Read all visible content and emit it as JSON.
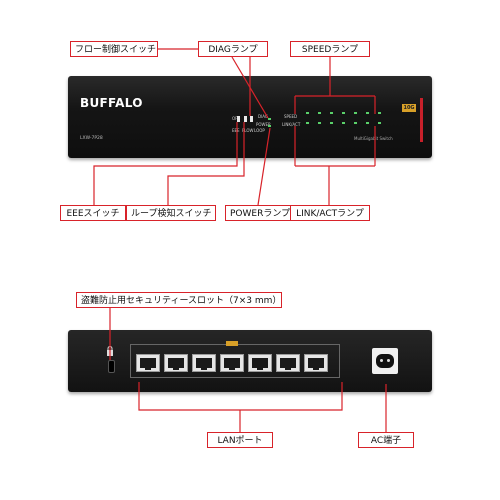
{
  "labels": {
    "flow_control_switch": "フロー制御スイッチ",
    "diag_lamp": "DIAGランプ",
    "speed_lamp": "SPEEDランプ",
    "eee_switch": "EEEスイッチ",
    "loop_detect_switch": "ループ検知スイッチ",
    "power_lamp": "POWERランプ",
    "link_act_lamp": "LINK/ACTランプ",
    "security_slot": "盗難防止用セキュリティースロット（7×3 mm）",
    "lan_port": "LANポート",
    "ac_terminal": "AC端子"
  },
  "device": {
    "brand": "BUFFALO",
    "model": "LXW-7P28",
    "diag_text": "DIAG",
    "power_text": "POWER",
    "speed_text": "SPEED",
    "link_text": "LINK/ACT",
    "brand_sub": "MultiGigabit Switch",
    "badge_text": "10G",
    "off_text": "OFF",
    "eee_text": "EEE",
    "flow_text": "FLOW",
    "loop_text": "LOOP"
  },
  "colors": {
    "accent_red": "#d8232a",
    "led_green": "#5ad06a",
    "badge_gold": "#d8a028"
  }
}
